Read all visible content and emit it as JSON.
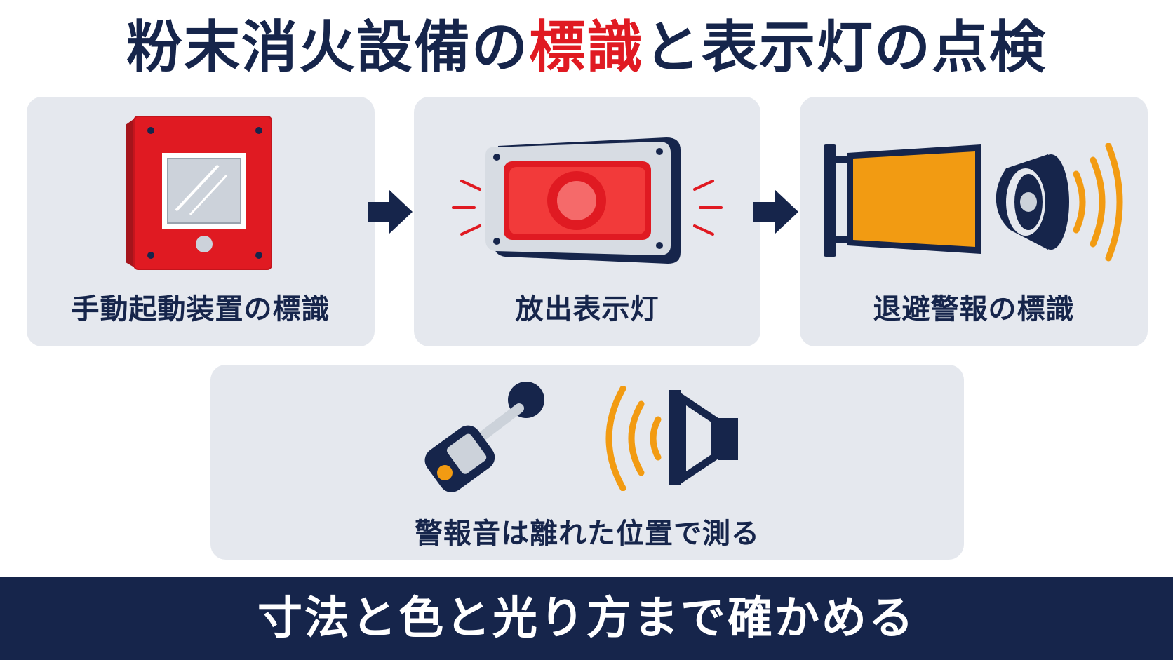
{
  "title": {
    "part1": "粉末消火設備の",
    "highlight": "標識",
    "part2": "と表示灯の点検"
  },
  "cards": {
    "manual_device": {
      "label": "手動起動装置の標識"
    },
    "discharge_light": {
      "label": "放出表示灯"
    },
    "evacuation_alarm": {
      "label": "退避警報の標識"
    },
    "sound_measure": {
      "label": "警報音は離れた位置で測る"
    }
  },
  "footer": {
    "text": "寸法と色と光り方まで確かめる"
  },
  "colors": {
    "navy": "#16254b",
    "red": "#e01a22",
    "orange": "#f29b12",
    "card_bg": "#e5e8ee"
  },
  "icons": [
    "manual-start-box-icon",
    "discharge-indicator-light-icon",
    "warning-sign-panel-icon",
    "speaker-icon",
    "sound-level-meter-icon"
  ]
}
